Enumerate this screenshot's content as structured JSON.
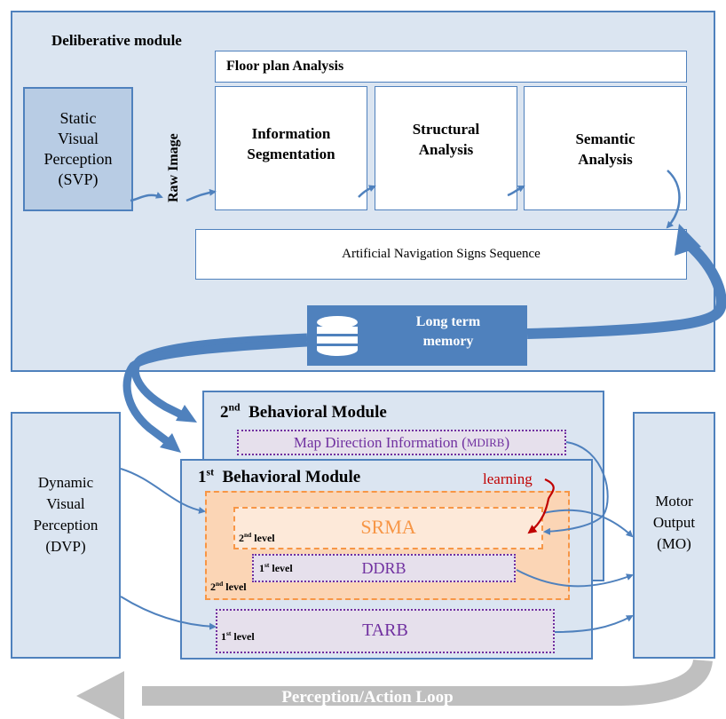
{
  "deliberative": {
    "title": "Deliberative module",
    "svp": {
      "line1": "Static",
      "line2": "Visual",
      "line3": "Perception",
      "line4": "(SVP)"
    },
    "raw_image": "Raw Image",
    "floor_plan_title": "Floor plan Analysis",
    "info_seg": {
      "line1": "Information",
      "line2": "Segmentation"
    },
    "structural": {
      "line1": "Structural",
      "line2": "Analysis"
    },
    "semantic": {
      "line1": "Semantic",
      "line2": "Analysis"
    },
    "signs_sequence": "Artificial Navigation Signs Sequence",
    "long_term_memory": {
      "line1": "Long term",
      "line2": "memory"
    }
  },
  "behavioral": {
    "dvp": {
      "line1": "Dynamic",
      "line2": "Visual",
      "line3": "Perception",
      "line4": "(DVP)"
    },
    "mo": {
      "line1": "Motor",
      "line2": "Output",
      "line3": "(MO)"
    },
    "module2": {
      "num": "2",
      "sup": "nd",
      "title": "Behavioral Module"
    },
    "mdirb": {
      "text": "Map Direction Information (",
      "abbr": "MDIRB",
      "close": ")"
    },
    "module1": {
      "num": "1",
      "sup": "st",
      "title": "Behavioral Module"
    },
    "learning": "learning",
    "srma": "SRMA",
    "srma_level": {
      "num": "2",
      "sup": "nd",
      "text": " level"
    },
    "ddrb": "DDRB",
    "ddrb_level": {
      "num": "1",
      "sup": "st",
      "text": " level"
    },
    "orange_level": {
      "num": "2",
      "sup": "nd",
      "text": " level"
    },
    "tarb": "TARB",
    "tarb_level": {
      "num": "1",
      "sup": "st",
      "text": " level"
    }
  },
  "loop": {
    "label": "Perception/Action Loop"
  },
  "colors": {
    "accent_blue": "#4f81bd",
    "panel_blue": "#dbe5f1",
    "orange": "#f79646",
    "purple": "#7030a0",
    "learning_red": "#c00000",
    "loop_gray": "#bfbfbf"
  }
}
